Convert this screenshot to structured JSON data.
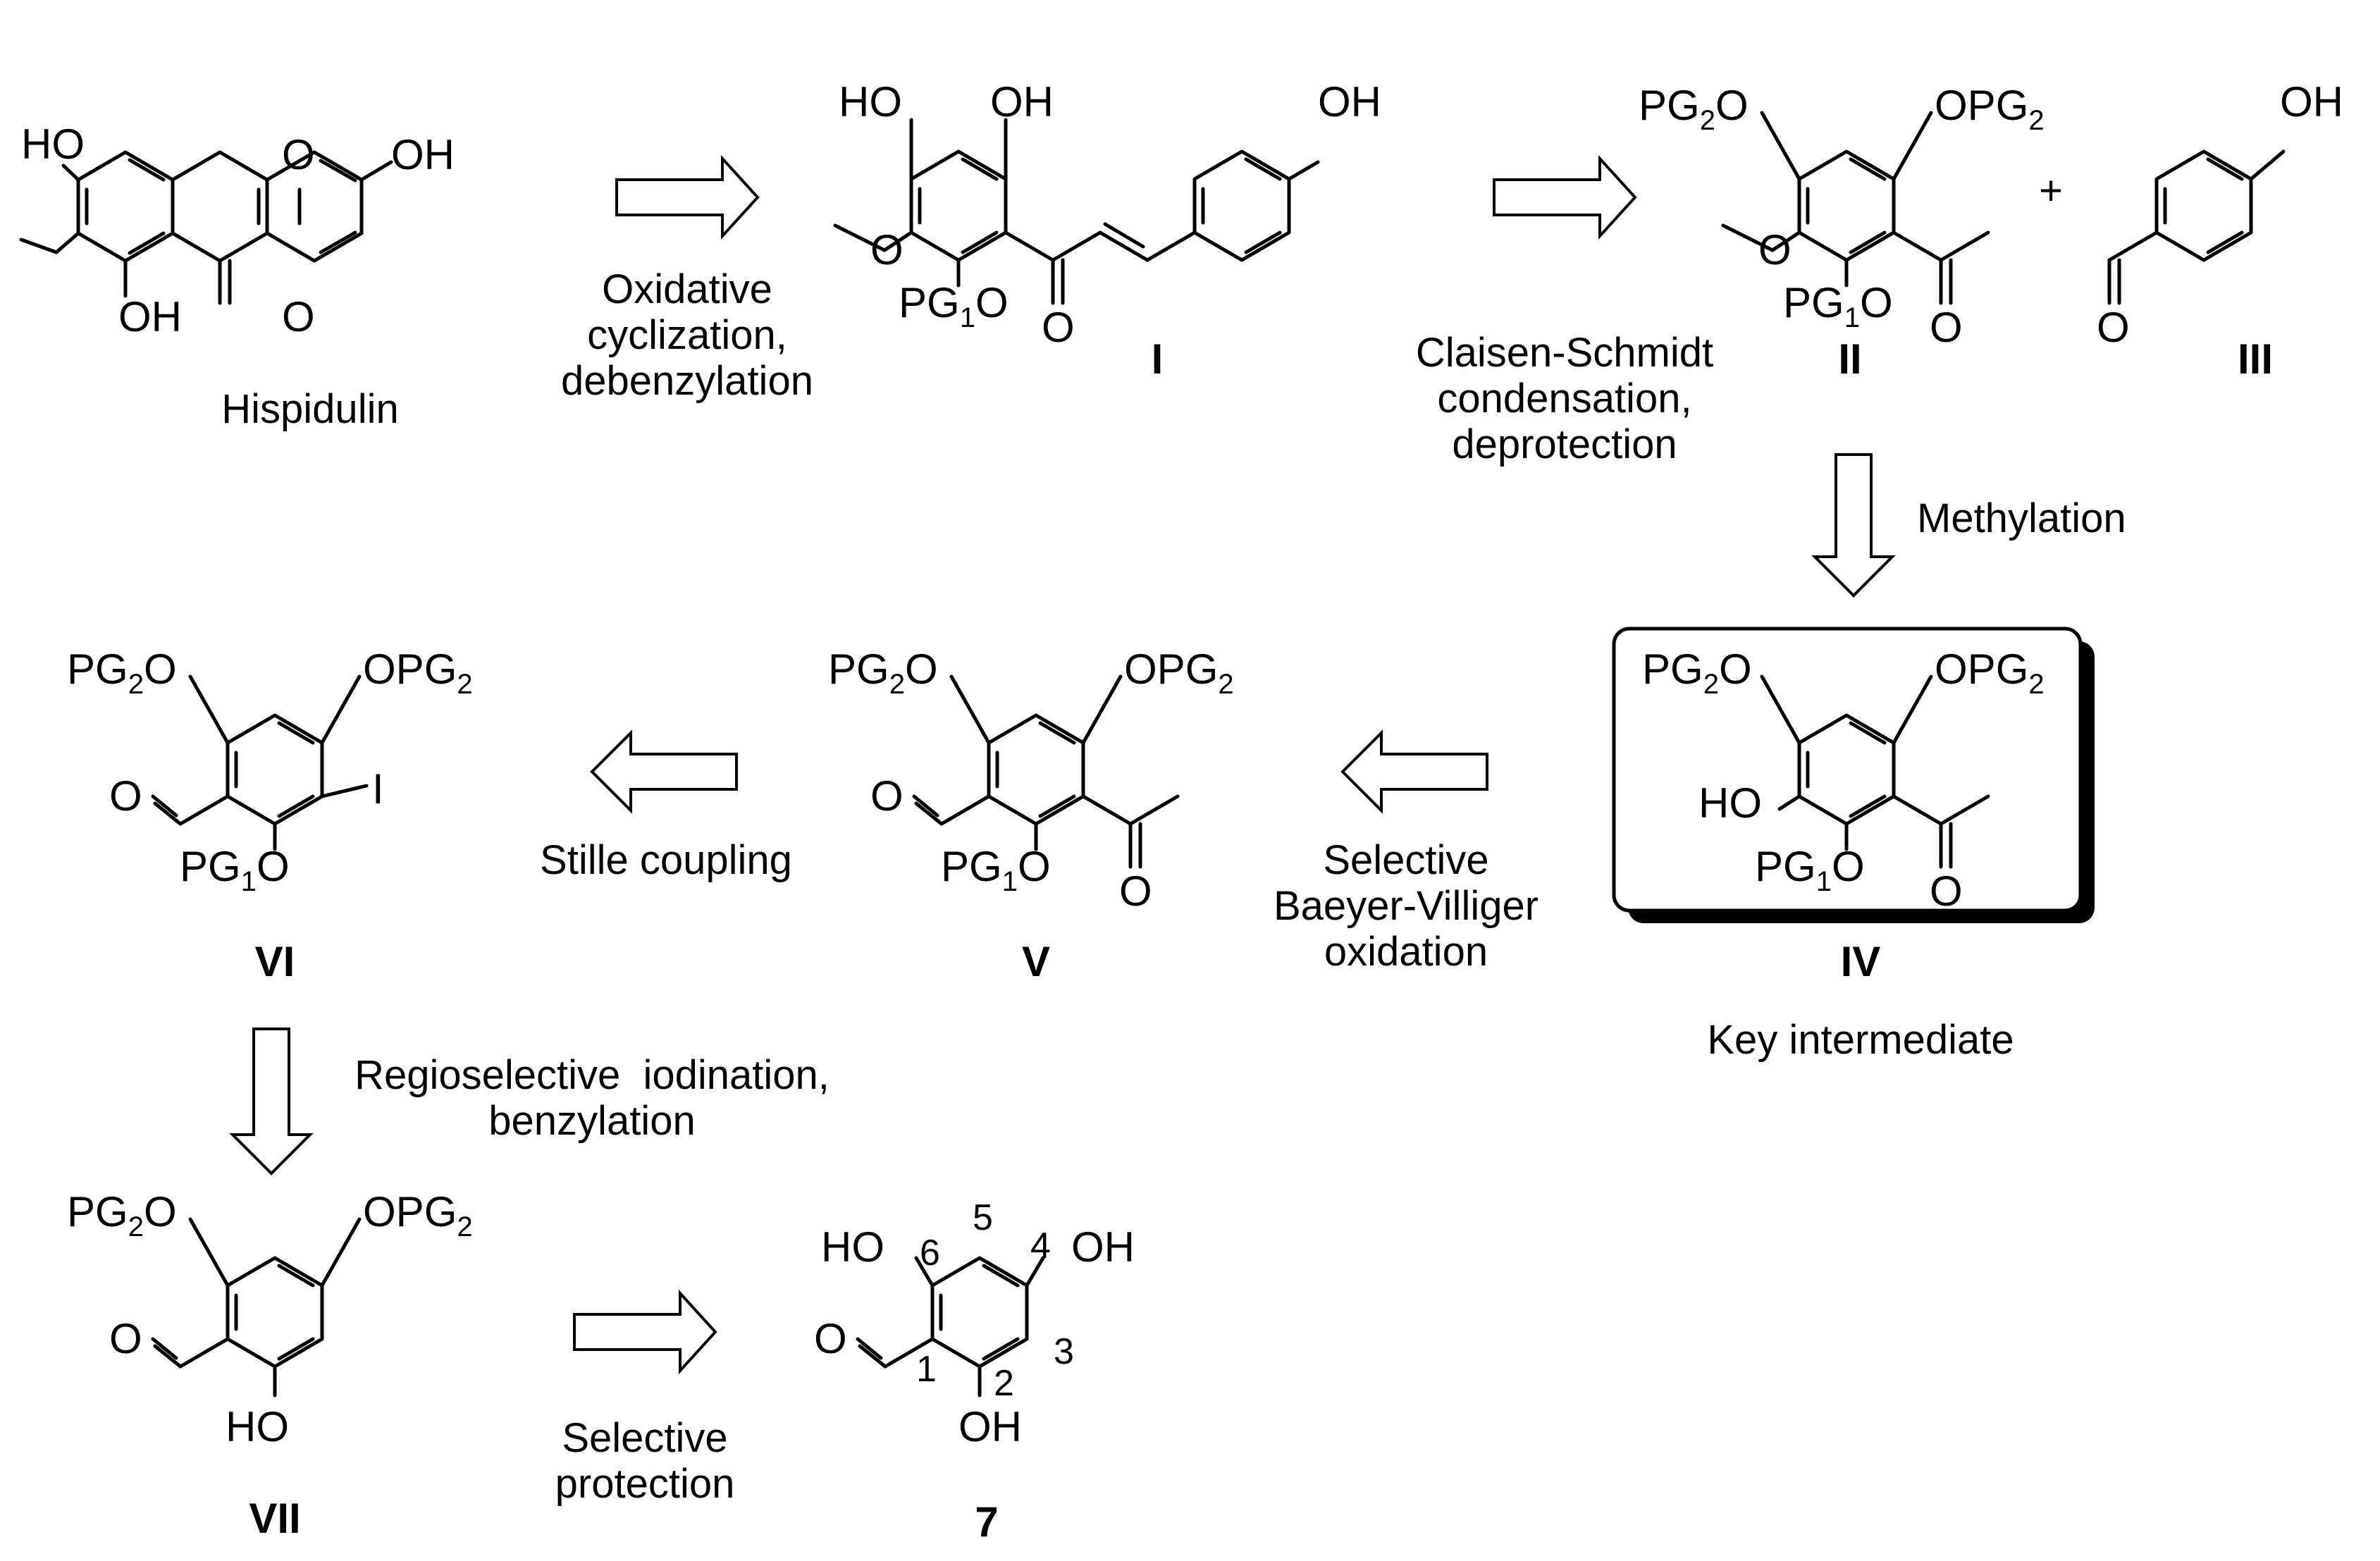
{
  "compounds": {
    "hispidulin": {
      "name": "Hispidulin"
    },
    "I": {
      "label": "I"
    },
    "II": {
      "label": "II"
    },
    "III": {
      "label": "III"
    },
    "IV": {
      "label": "IV",
      "caption": "Key intermediate"
    },
    "V": {
      "label": "V"
    },
    "VI": {
      "label": "VI"
    },
    "VII": {
      "label": "VII"
    },
    "7": {
      "label": "7",
      "positions": [
        "1",
        "2",
        "3",
        "4",
        "5",
        "6"
      ]
    }
  },
  "atoms": {
    "HO": "HO",
    "OH": "OH",
    "O": "O",
    "I": "I",
    "PG": "PG",
    "sub1": "1",
    "sub2": "2",
    "plus": "+"
  },
  "steps": {
    "s1": [
      "Oxidative",
      "cyclization,",
      "debenzylation"
    ],
    "s2": [
      "Claisen-Schmidt",
      "condensation,",
      "deprotection"
    ],
    "s3": [
      "Methylation"
    ],
    "s4": [
      "Selective",
      "Baeyer-Villiger",
      "oxidation"
    ],
    "s5": [
      "Stille coupling"
    ],
    "s6": [
      "Regioselective  iodination,",
      "benzylation"
    ],
    "s7": [
      "Selective",
      "protection"
    ]
  }
}
